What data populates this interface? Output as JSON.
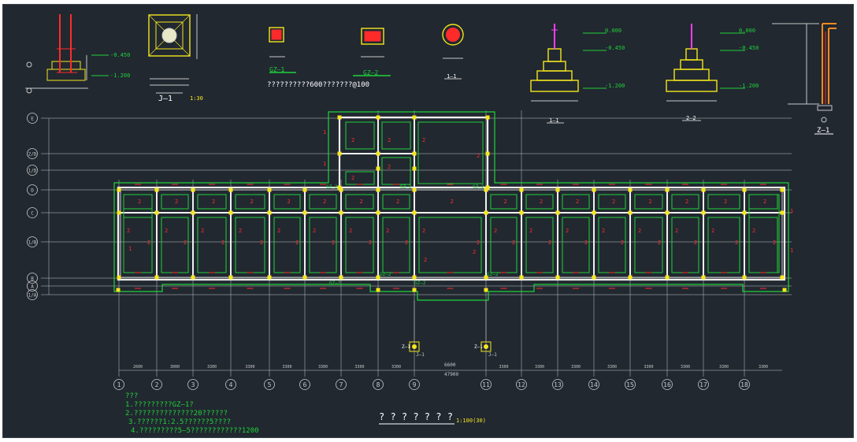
{
  "colors": {
    "background": "#212830",
    "grid": "#c8c8c8",
    "wall": "#f0f0f0",
    "beam": "#21d13a",
    "column": "#f4e61e",
    "annotation": "#ff2b2b",
    "accent": "#ff3cff"
  },
  "grid_axes": {
    "columns": [
      "1",
      "2",
      "3",
      "4",
      "5",
      "6",
      "7",
      "8",
      "9",
      "11",
      "12",
      "13",
      "14",
      "15",
      "16",
      "17",
      "18"
    ],
    "rows": [
      "E",
      "2/D",
      "1/D",
      "D",
      "C",
      "1/B",
      "B",
      "A",
      "1/A"
    ]
  },
  "dimensions": {
    "spans": [
      "2600",
      "3000",
      "3300",
      "3300",
      "3300",
      "3300",
      "3300",
      "3300",
      "3300",
      "6600",
      "3300",
      "3300",
      "3300",
      "3300",
      "3300",
      "3300",
      "3300",
      "2600"
    ],
    "overall": "47900",
    "core": "6600"
  },
  "details": {
    "j1_title": "J—1",
    "j1_scale": "1:30",
    "gz1": "GZ—1",
    "gz2": "GZ—2",
    "gz_note": "??????????600???????@100",
    "section_11": "1—1",
    "section_jj": "1—1",
    "section_22": "2—2",
    "z1": "Z—1",
    "elev_0": "0.000",
    "elev_1": "-0.450",
    "elev_2": "-1.200"
  },
  "plan": {
    "column_tags": [
      "GZ—2",
      "GZ—2",
      "GZ—2",
      "GZ—2",
      "GZ—2",
      "GZ—2",
      "GZ—2"
    ],
    "isolated_footings": [
      "Z—1",
      "Z—1"
    ],
    "footing_label": "J—1"
  },
  "notes": {
    "heading": "???",
    "lines": [
      "1.?????????GZ—1?",
      "2.??????????????20??????",
      "3.??????1:2.5??????5????",
      "4.?????????5—5????????????1200"
    ]
  },
  "title": {
    "text": "? ? ? ? ? ? ?",
    "scale": "1:100(30)"
  }
}
